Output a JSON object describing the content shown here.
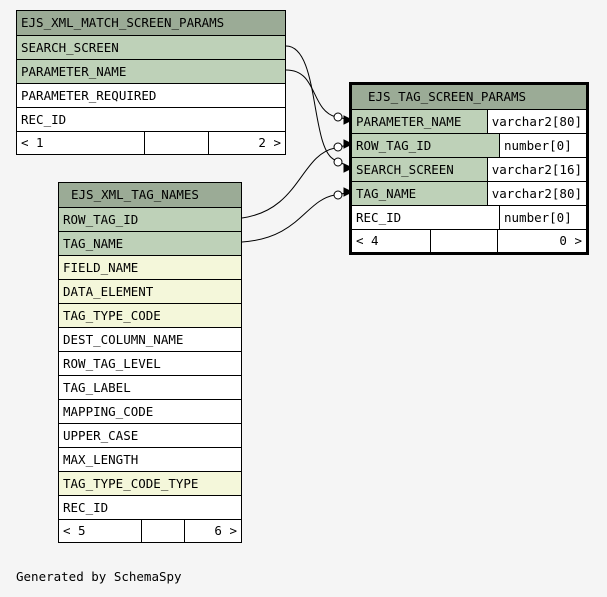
{
  "tables": {
    "match": {
      "title": "EJS_XML_MATCH_SCREEN_PARAMS",
      "rows": [
        {
          "name": "SEARCH_SCREEN"
        },
        {
          "name": "PARAMETER_NAME"
        },
        {
          "name": "PARAMETER_REQUIRED"
        },
        {
          "name": "REC_ID"
        }
      ],
      "footer": {
        "left": "< 1",
        "right": "2 >"
      }
    },
    "tagnames": {
      "title": "EJS_XML_TAG_NAMES",
      "rows": [
        {
          "name": "ROW_TAG_ID"
        },
        {
          "name": "TAG_NAME"
        },
        {
          "name": "FIELD_NAME"
        },
        {
          "name": "DATA_ELEMENT"
        },
        {
          "name": "TAG_TYPE_CODE"
        },
        {
          "name": "DEST_COLUMN_NAME"
        },
        {
          "name": "ROW_TAG_LEVEL"
        },
        {
          "name": "TAG_LABEL"
        },
        {
          "name": "MAPPING_CODE"
        },
        {
          "name": "UPPER_CASE"
        },
        {
          "name": "MAX_LENGTH"
        },
        {
          "name": "TAG_TYPE_CODE_TYPE"
        },
        {
          "name": "REC_ID"
        }
      ],
      "footer": {
        "left": "< 5",
        "right": "6 >"
      }
    },
    "screen": {
      "title": "EJS_TAG_SCREEN_PARAMS",
      "rows": [
        {
          "name": "PARAMETER_NAME",
          "type": "varchar2[80]"
        },
        {
          "name": "ROW_TAG_ID",
          "type": "number[0]"
        },
        {
          "name": "SEARCH_SCREEN",
          "type": "varchar2[16]"
        },
        {
          "name": "TAG_NAME",
          "type": "varchar2[80]"
        },
        {
          "name": "REC_ID",
          "type": "number[0]"
        }
      ],
      "footer": {
        "left": "< 4",
        "right": "0 >"
      }
    }
  },
  "caption": "Generated by SchemaSpy",
  "colors": {
    "title": "#9bab96",
    "key": "#bed1b8",
    "indexed": "#f4f7da",
    "background": "#f5f5f5"
  }
}
